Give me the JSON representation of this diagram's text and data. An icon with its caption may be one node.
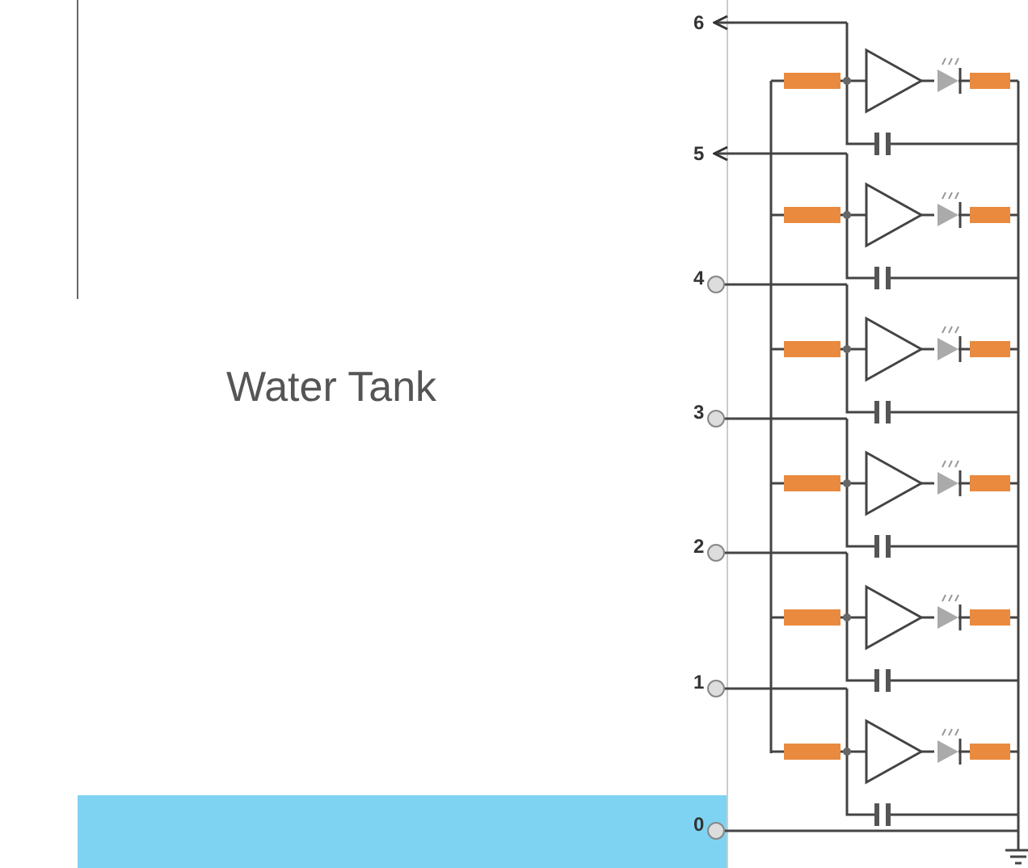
{
  "diagram": {
    "labels": [
      "6",
      "5",
      "4",
      "3",
      "2",
      "1",
      "0",
      "Water Tank"
    ]
  }
}
